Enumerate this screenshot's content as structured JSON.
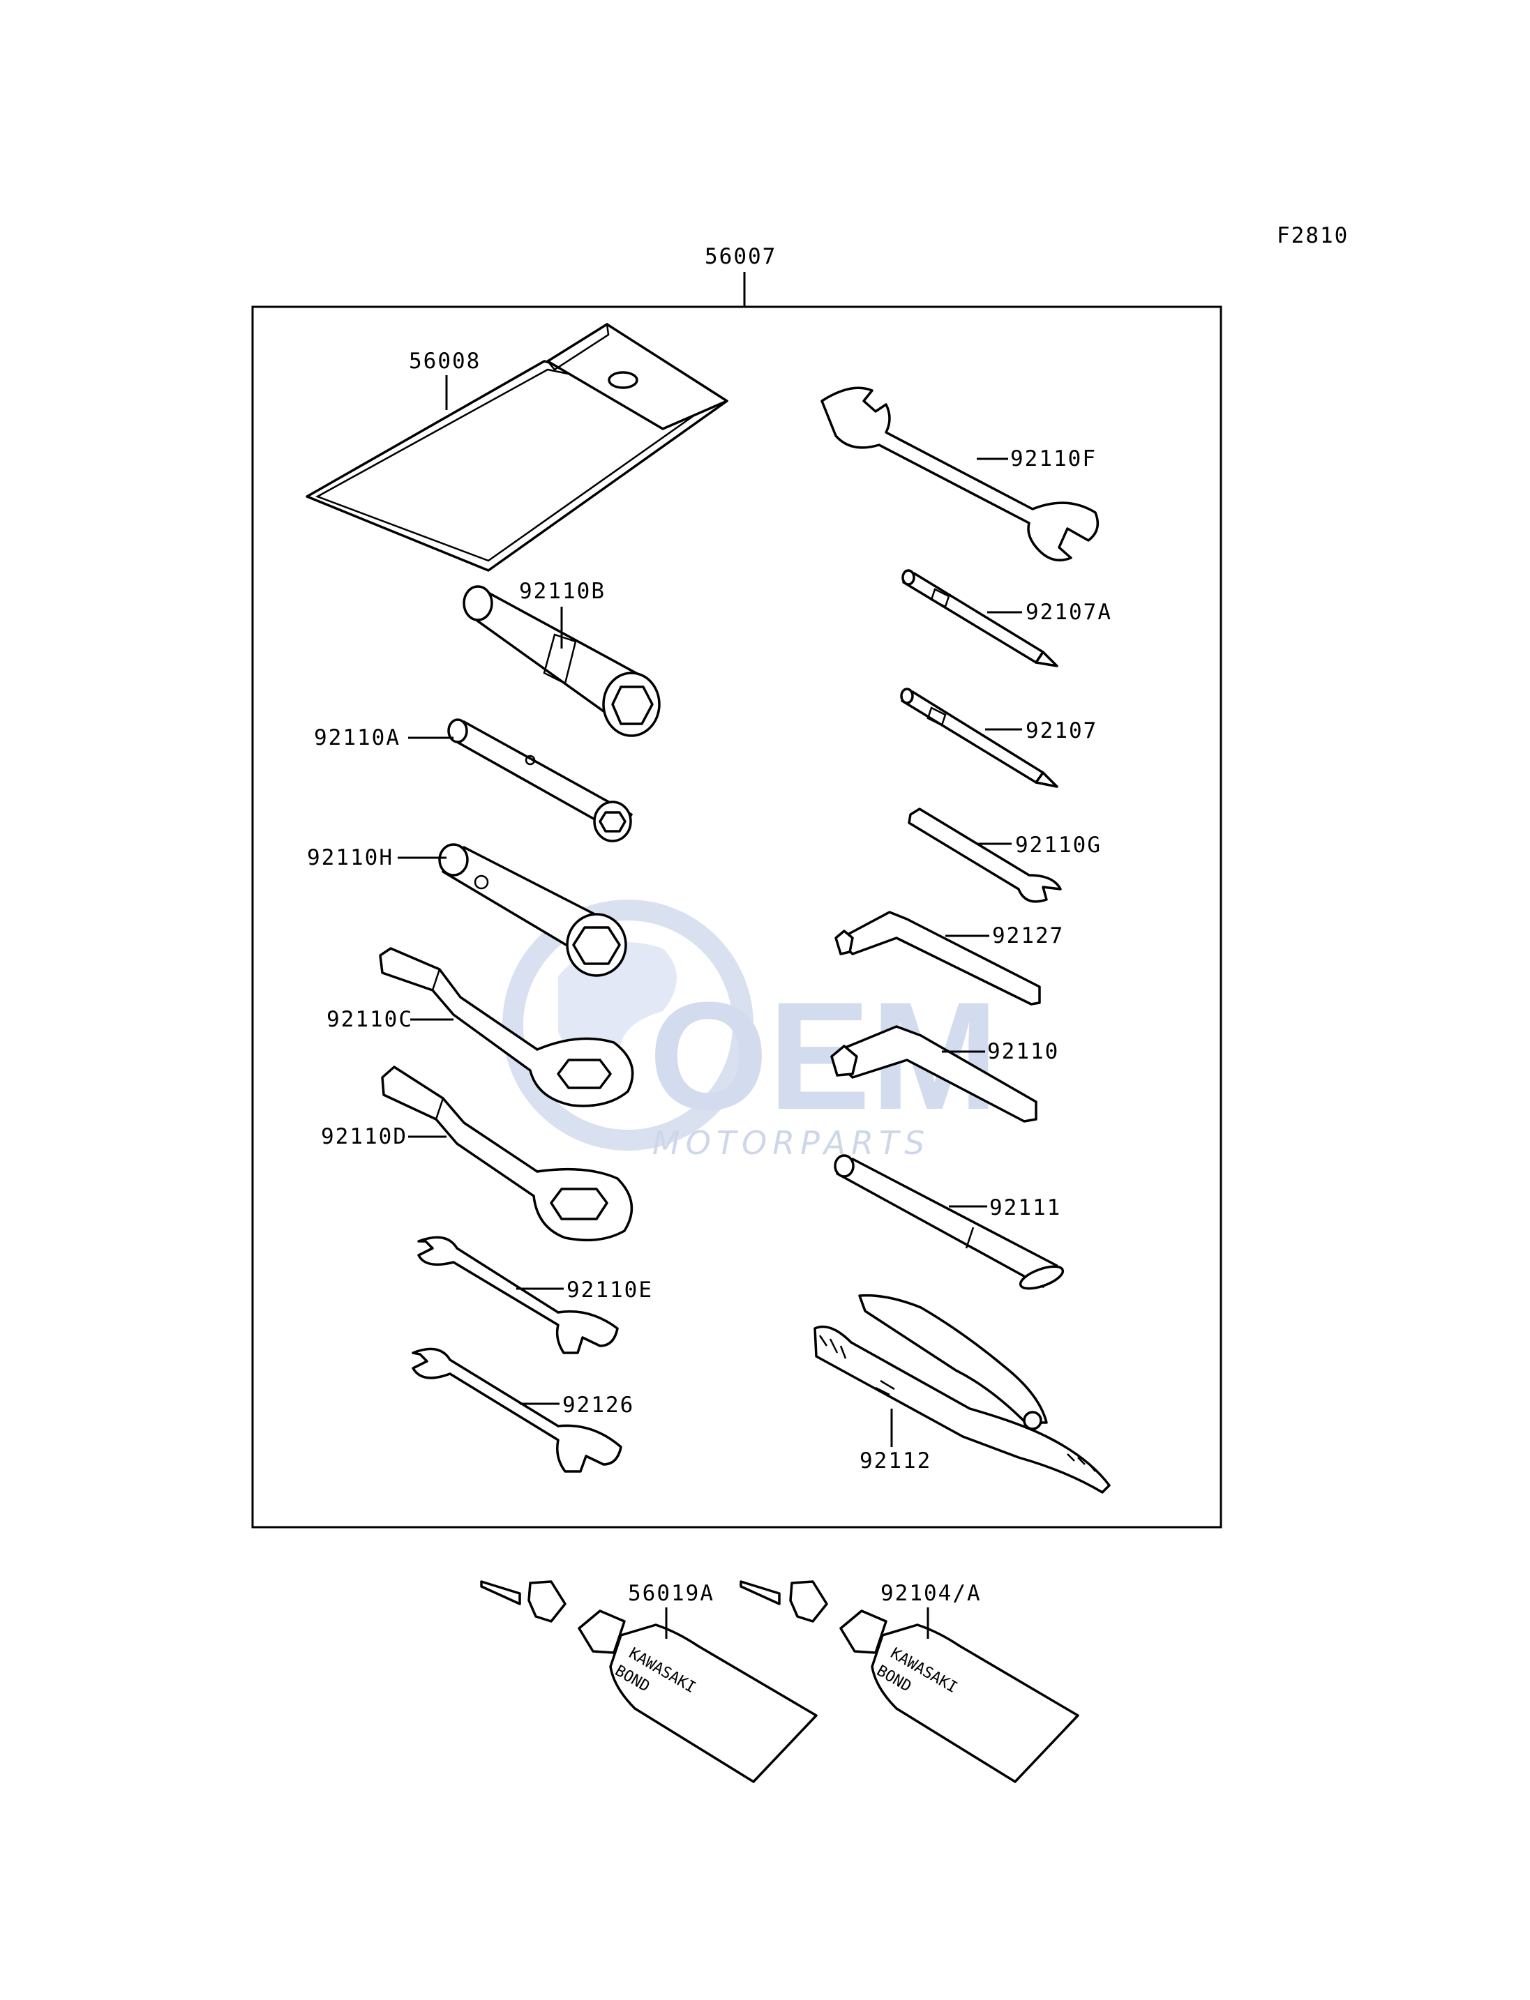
{
  "figure_code": "F2810",
  "kit_label": "56007",
  "watermark": {
    "main": "OEM",
    "sub": "MOTORPARTS",
    "color": "#c6d2ea"
  },
  "parts": {
    "p56008": "56008",
    "p92110B": "92110B",
    "p92110A": "92110A",
    "p92110H": "92110H",
    "p92110C": "92110C",
    "p92110D": "92110D",
    "p92110E": "92110E",
    "p92126": "92126",
    "p92110F": "92110F",
    "p92107A": "92107A",
    "p92107": "92107",
    "p92110G": "92110G",
    "p92127": "92127",
    "p92110": "92110",
    "p92111": "92111",
    "p92112": "92112",
    "p56019A": "56019A",
    "p92104A": "92104/A"
  },
  "tube_text": {
    "line1": "KAWASAKI",
    "line2": "BOND"
  }
}
